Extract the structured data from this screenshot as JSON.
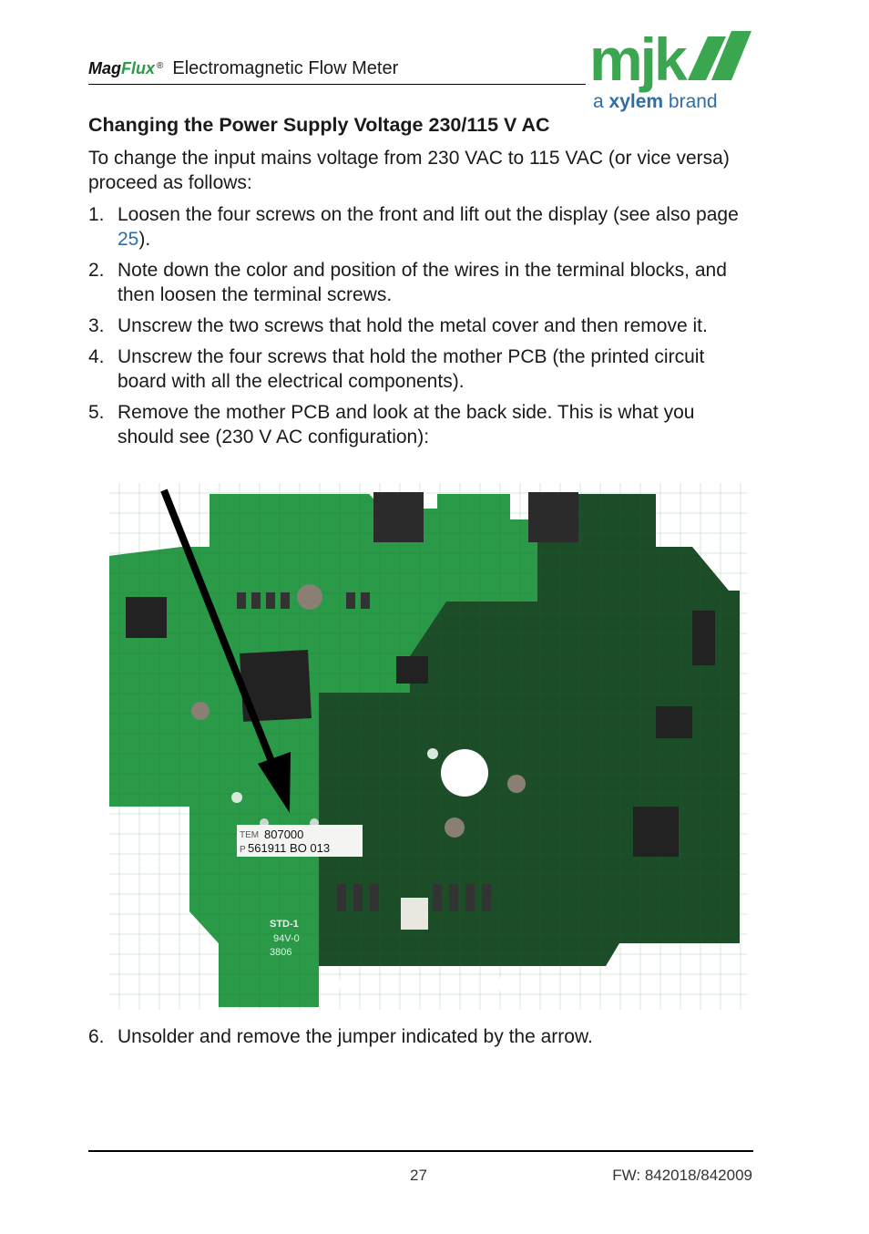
{
  "header": {
    "brand_mag": "Mag",
    "brand_flux": "Flux",
    "brand_reg": "®",
    "title": "Electromagnetic Flow Meter"
  },
  "logo": {
    "wordmark": "mjk",
    "tagline_prefix": "a ",
    "tagline_brand": "xylem",
    "tagline_suffix": " brand",
    "colors": {
      "green": "#3aa650",
      "blue": "#2d6ea8"
    }
  },
  "section": {
    "heading": "Changing the Power Supply Voltage 230/115 V AC",
    "intro": "To change the input mains voltage from 230 VAC to 115 VAC (or vice versa) proceed as follows:"
  },
  "steps": [
    {
      "num": "1.",
      "text_before": "Loosen the four screws on the front and lift out the display (see also page ",
      "link": "25",
      "text_after": ")."
    },
    {
      "num": "2.",
      "text_before": "Note down the color and position of the wires in the terminal blocks, and then loosen the terminal screws.",
      "link": "",
      "text_after": ""
    },
    {
      "num": "3.",
      "text_before": "Unscrew the two screws that hold the metal cover and then remove it.",
      "link": "",
      "text_after": ""
    },
    {
      "num": "4.",
      "text_before": "Unscrew the four screws that hold the mother PCB (the printed circuit board with all the electrical components).",
      "link": "",
      "text_after": ""
    },
    {
      "num": "5.",
      "text_before": "Remove the mother PCB and look at the back side. This is what you should see (230 V AC configuration):",
      "link": "",
      "text_after": ""
    }
  ],
  "pcb_label": {
    "line1_prefix": "TEM",
    "line1": "807000",
    "line2_prefix": "P",
    "line2": "561911 BO  013",
    "std": "STD-1",
    "rating": "94V-0",
    "code": "3806"
  },
  "step6": {
    "num": "6.",
    "text": "Unsolder and remove the jumper indicated by the arrow."
  },
  "footer": {
    "page": "27",
    "fw": "FW:  842018/842009"
  }
}
